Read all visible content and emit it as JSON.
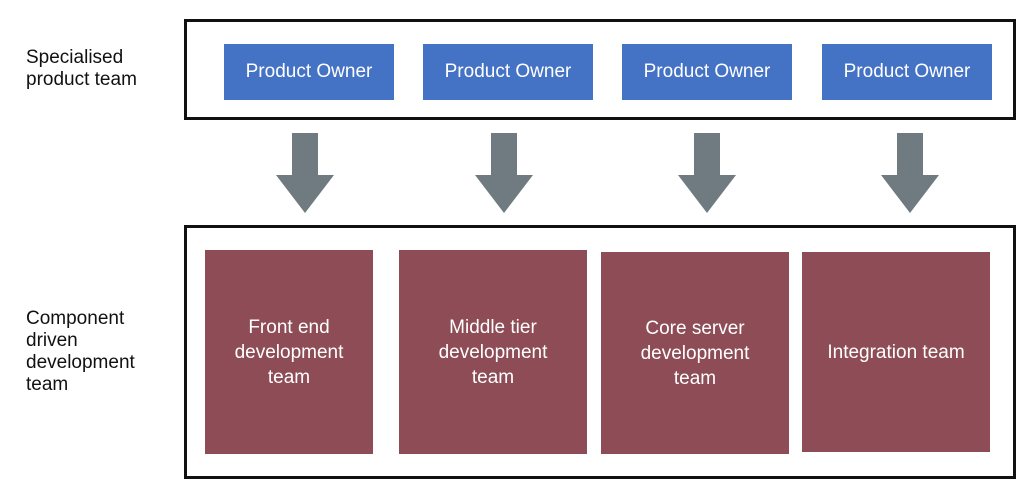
{
  "labels": {
    "top": "Specialised\nproduct team",
    "bottom": "Component\ndriven\ndevelopment\nteam"
  },
  "product_owners": [
    {
      "label": "Product Owner"
    },
    {
      "label": "Product Owner"
    },
    {
      "label": "Product Owner"
    },
    {
      "label": "Product Owner"
    }
  ],
  "teams": [
    {
      "label": "Front end\ndevelopment\nteam"
    },
    {
      "label": "Middle tier\ndevelopment\nteam"
    },
    {
      "label": "Core server\ndevelopment\nteam"
    },
    {
      "label": "Integration team"
    }
  ],
  "colors": {
    "product_owner_fill": "#4472c4",
    "team_fill": "#8e4d56",
    "arrow_fill": "#6f7b80",
    "frame_border": "#111111"
  }
}
